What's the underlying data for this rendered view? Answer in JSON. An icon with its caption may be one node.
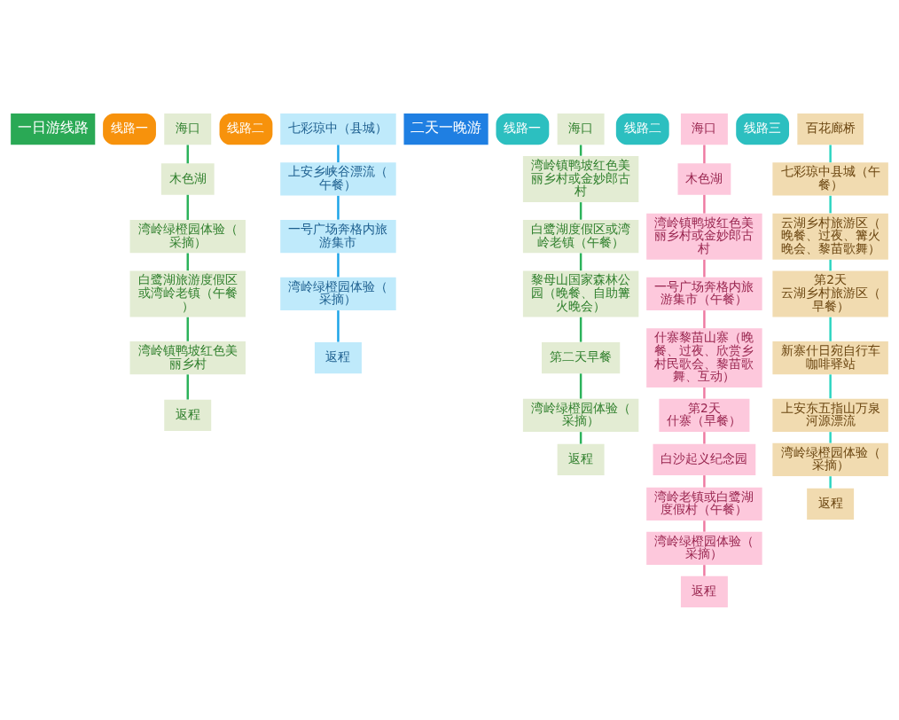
{
  "diagram": {
    "nodes": [
      {
        "text": [
          "一日游线路"
        ]
      },
      {
        "text": [
          "线路一"
        ]
      },
      {
        "text": [
          "海口"
        ]
      },
      {
        "text": [
          "木色湖"
        ]
      },
      {
        "text": [
          "湾岭绿橙园体验（采摘）"
        ]
      },
      {
        "text": [
          "白鹭湖旅游度假区或湾岭老镇（午餐）"
        ]
      },
      {
        "text": [
          "湾岭镇鸭坡红色美丽乡村"
        ]
      },
      {
        "text": [
          "返程"
        ]
      },
      {
        "text": [
          "线路二"
        ]
      },
      {
        "text": [
          "七彩琼中（县城）"
        ]
      },
      {
        "text": [
          "上安乡峡谷漂流（午餐）"
        ]
      },
      {
        "text": [
          "一号广场奔格内旅游集市"
        ]
      },
      {
        "text": [
          "湾岭绿橙园体验（采摘）"
        ]
      },
      {
        "text": [
          "返程"
        ]
      },
      {
        "text": [
          "二天一晚游"
        ]
      },
      {
        "text": [
          "线路一"
        ]
      },
      {
        "text": [
          "海口"
        ]
      },
      {
        "text": [
          "湾岭镇鸭坡红色美丽乡村或金妙郎古村"
        ]
      },
      {
        "text": [
          "白鹭湖度假区或湾岭老镇（午餐）"
        ]
      },
      {
        "text": [
          "黎母山国家森林公园（晚餐、自助篝火晚会）"
        ]
      },
      {
        "text": [
          "第二天早餐"
        ]
      },
      {
        "text": [
          "湾岭绿橙园体验（采摘）"
        ]
      },
      {
        "text": [
          "返程"
        ]
      },
      {
        "text": [
          "线路二"
        ]
      },
      {
        "text": [
          "海口"
        ]
      },
      {
        "text": [
          "木色湖"
        ]
      },
      {
        "text": [
          "湾岭镇鸭坡红色美丽乡村或金妙郎古村"
        ]
      },
      {
        "text": [
          "一号广场奔格内旅游集市（午餐）"
        ]
      },
      {
        "text": [
          "什寨黎苗山寨（晚餐、过夜、欣赏乡村民歌会、黎苗歌舞、互动）"
        ]
      },
      {
        "text": [
          "第2天",
          "什寨（早餐）"
        ]
      },
      {
        "text": [
          "白沙起义纪念园"
        ]
      },
      {
        "text": [
          "湾岭老镇或白鹭湖度假村（午餐）"
        ]
      },
      {
        "text": [
          "湾岭绿橙园体验（采摘）"
        ]
      },
      {
        "text": [
          "返程"
        ]
      },
      {
        "text": [
          "线路三"
        ]
      },
      {
        "text": [
          "百花廊桥"
        ]
      },
      {
        "text": [
          "七彩琼中县城（午餐）"
        ]
      },
      {
        "text": [
          "云湖乡村旅游区（晚餐、过夜、篝火晚会、黎苗歌舞）"
        ]
      },
      {
        "text": [
          "第2天",
          "云湖乡村旅游区（早餐）"
        ]
      },
      {
        "text": [
          "新寨什日宛自行车咖啡驿站"
        ]
      },
      {
        "text": [
          "上安东五指山万泉河源漂流"
        ]
      },
      {
        "text": [
          "湾岭绿橙园体验（采摘）"
        ]
      },
      {
        "text": [
          "返程"
        ]
      }
    ],
    "edges": [
      {
        "from": 2,
        "to": 3,
        "arrow": "none"
      },
      {
        "from": 3,
        "to": 4,
        "arrow": "none"
      },
      {
        "from": 4,
        "to": 5,
        "arrow": "none"
      },
      {
        "from": 5,
        "to": 6,
        "arrow": "none"
      },
      {
        "from": 6,
        "to": 7,
        "arrow": "none"
      },
      {
        "from": 9,
        "to": 10,
        "arrow": "none",
        "color": "#1aa3e8"
      },
      {
        "from": 10,
        "to": 11,
        "arrow": "none",
        "color": "#1aa3e8"
      },
      {
        "from": 11,
        "to": 12,
        "arrow": "none",
        "color": "#1aa3e8"
      },
      {
        "from": 12,
        "to": 13,
        "arrow": "none",
        "color": "#1aa3e8"
      },
      {
        "from": 16,
        "to": 17,
        "arrow": "none"
      },
      {
        "from": 17,
        "to": 18,
        "arrow": "none"
      },
      {
        "from": 18,
        "to": 19,
        "arrow": "none"
      },
      {
        "from": 19,
        "to": 20,
        "arrow": "none"
      },
      {
        "from": 20,
        "to": 21,
        "arrow": "none"
      },
      {
        "from": 21,
        "to": 22,
        "arrow": "none"
      },
      {
        "from": 24,
        "to": 25,
        "arrow": "none",
        "color": "#ee7aa2"
      },
      {
        "from": 25,
        "to": 26,
        "arrow": "none",
        "color": "#ee7aa2"
      },
      {
        "from": 26,
        "to": 27,
        "arrow": "none",
        "color": "#ee7aa2"
      },
      {
        "from": 27,
        "to": 28,
        "arrow": "none",
        "color": "#ee7aa2"
      },
      {
        "from": 28,
        "to": 29,
        "arrow": "none",
        "color": "#ee7aa2"
      },
      {
        "from": 29,
        "to": 30,
        "arrow": "none",
        "color": "#ee7aa2"
      },
      {
        "from": 30,
        "to": 31,
        "arrow": "none",
        "color": "#ee7aa2"
      },
      {
        "from": 31,
        "to": 32,
        "arrow": "none",
        "color": "#ee7aa2"
      },
      {
        "from": 32,
        "to": 33,
        "arrow": "none",
        "color": "#ee7aa2"
      },
      {
        "from": 35,
        "to": 36,
        "arrow": "none",
        "color": "#2ad4c0"
      },
      {
        "from": 36,
        "to": 37,
        "arrow": "none",
        "color": "#2ad4c0"
      },
      {
        "from": 37,
        "to": 38,
        "arrow": "none",
        "color": "#2ad4c0"
      },
      {
        "from": 38,
        "to": 39,
        "arrow": "none",
        "color": "#2ad4c0"
      },
      {
        "from": 39,
        "to": 40,
        "arrow": "none",
        "color": "#2ad4c0"
      },
      {
        "from": 40,
        "to": 41,
        "arrow": "none",
        "color": "#2ad4c0"
      },
      {
        "from": 41,
        "to": 42,
        "arrow": "none",
        "color": "#2ad4c0"
      }
    ]
  }
}
